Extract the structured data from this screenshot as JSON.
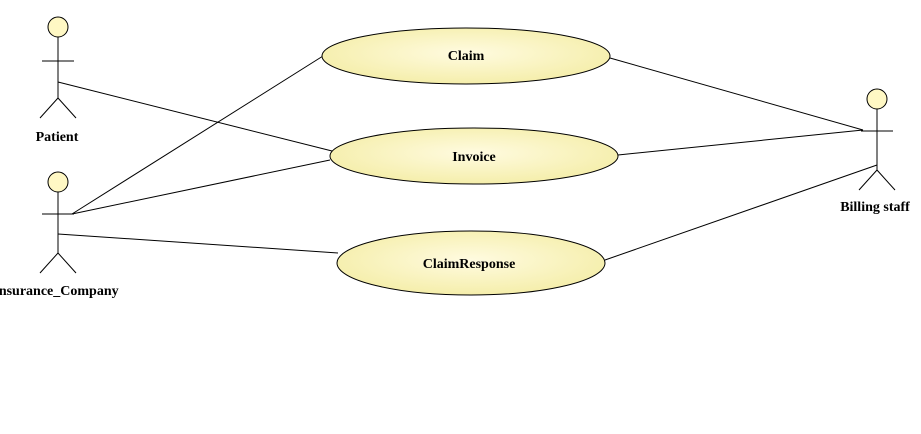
{
  "diagram": {
    "type": "use-case",
    "colors": {
      "actor_head": "#fff8c4",
      "usecase_fill_center": "#fffbe0",
      "usecase_fill_edge": "#f4eda6",
      "line": "#000000"
    },
    "actors": [
      {
        "id": "patient",
        "label": "Patient"
      },
      {
        "id": "insurance",
        "label": "Insurance_Company"
      },
      {
        "id": "billing",
        "label": "Billing staff"
      }
    ],
    "usecases": [
      {
        "id": "claim",
        "label": "Claim"
      },
      {
        "id": "invoice",
        "label": "Invoice"
      },
      {
        "id": "claimresponse",
        "label": "ClaimResponse"
      }
    ],
    "associations": [
      {
        "from": "patient",
        "to": "invoice"
      },
      {
        "from": "insurance",
        "to": "claim"
      },
      {
        "from": "insurance",
        "to": "invoice"
      },
      {
        "from": "insurance",
        "to": "claimresponse"
      },
      {
        "from": "billing",
        "to": "claim"
      },
      {
        "from": "billing",
        "to": "invoice"
      },
      {
        "from": "billing",
        "to": "claimresponse"
      }
    ]
  }
}
